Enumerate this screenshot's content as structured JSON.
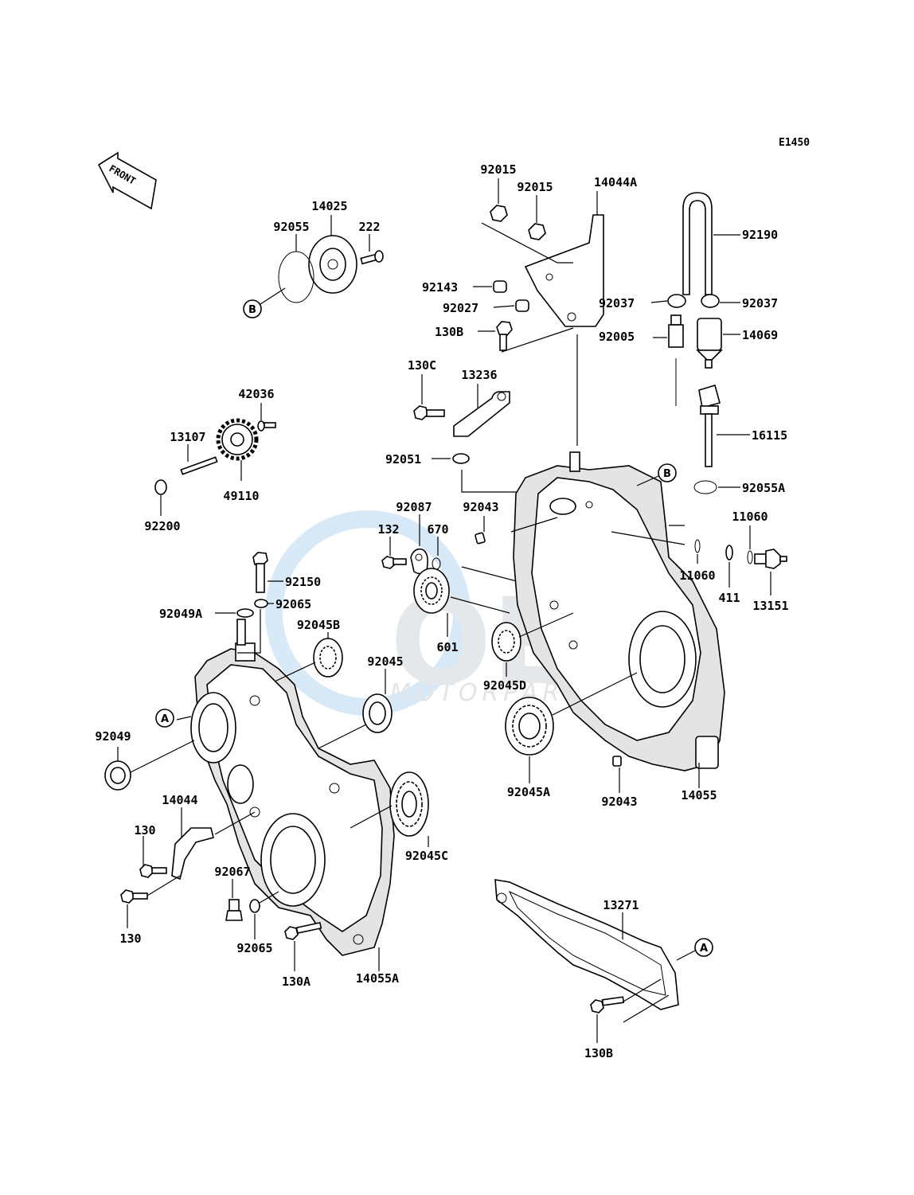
{
  "diagram_code": "E1450",
  "front_label": "FRONT",
  "watermark": {
    "brand": "OEM",
    "sub": "MOTORPARTS",
    "color": "#b8d8f0"
  },
  "callouts": {
    "A": "A",
    "B": "B"
  },
  "labels": {
    "p92015a": "92015",
    "p92015b": "92015",
    "p14044A": "14044A",
    "p92190": "92190",
    "p14025": "14025",
    "p92055": "92055",
    "p222": "222",
    "p92143": "92143",
    "p92027": "92027",
    "p92037a": "92037",
    "p92037b": "92037",
    "p130B_top": "130B",
    "p92005": "92005",
    "p14069": "14069",
    "p130C": "130C",
    "p13236": "13236",
    "p42036": "42036",
    "p13107": "13107",
    "p49110": "49110",
    "p92200": "92200",
    "p16115": "16115",
    "p92051": "92051",
    "p92055A": "92055A",
    "p92087": "92087",
    "p92043a": "92043",
    "p132": "132",
    "p670": "670",
    "p11060a": "11060",
    "p11060b": "11060",
    "p411": "411",
    "p13151": "13151",
    "p92150": "92150",
    "p92065a": "92065",
    "p92049A": "92049A",
    "p92045B": "92045B",
    "p601": "601",
    "p92045": "92045",
    "p92045D": "92045D",
    "p92049": "92049",
    "p92045A": "92045A",
    "p92043b": "92043",
    "p14055": "14055",
    "p14044": "14044",
    "p92045C": "92045C",
    "p130a": "130",
    "p92067": "92067",
    "p130b": "130",
    "p92065b": "92065",
    "p130A": "130A",
    "p14055A": "14055A",
    "p13271": "13271",
    "p130B_bot": "130B"
  }
}
